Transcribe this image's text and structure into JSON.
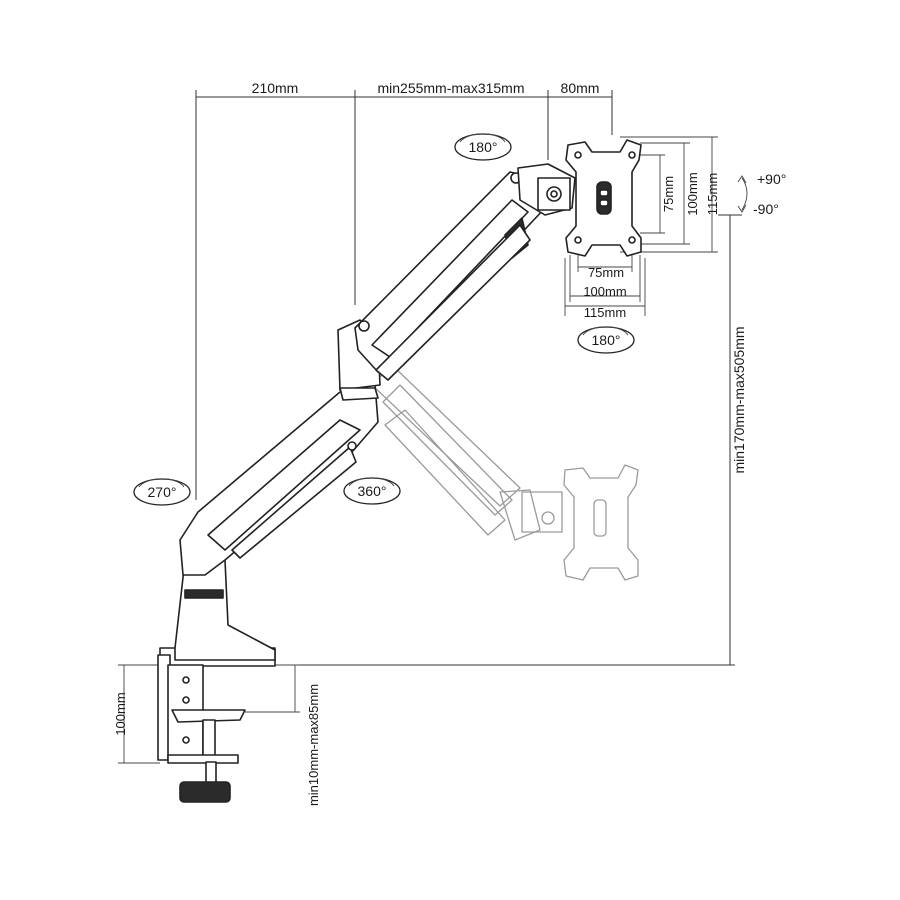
{
  "dimensions": {
    "top_reach_base": "210mm",
    "top_reach_arm": "min255mm-max315mm",
    "top_reach_head": "80mm",
    "vesa_h_75": "75mm",
    "vesa_h_100": "100mm",
    "vesa_h_115": "115mm",
    "vesa_w_75": "75mm",
    "vesa_w_100": "100mm",
    "vesa_w_115": "115mm",
    "height_range": "min170mm-max505mm",
    "clamp_height": "100mm",
    "desk_thickness": "min10mm-max85mm"
  },
  "rotations": {
    "head_swivel": "180°",
    "head_tilt": "180°",
    "tilt_up": "+90°",
    "tilt_down": "-90°",
    "base_rotation": "270°",
    "arm_rotation": "360°"
  },
  "colors": {
    "line": "#333333",
    "ghost": "#9a9a9a",
    "dark_part": "#2b2b2b"
  }
}
